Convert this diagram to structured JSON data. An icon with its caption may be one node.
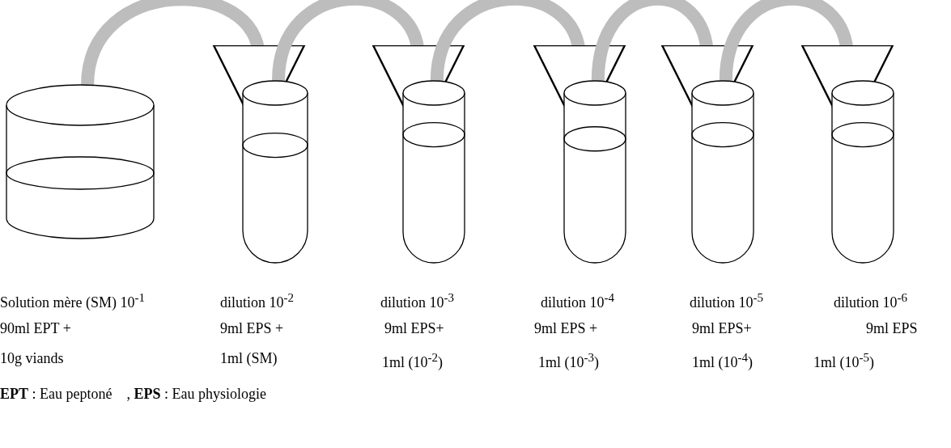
{
  "diagram": {
    "nodes": [
      {
        "text": [],
        "shape": "beaker",
        "beside": [
          "Solution mère (SM) 10$^{-1}$",
          "90ml EPT +",
          "10g viands"
        ]
      },
      {
        "text": [],
        "shape": "tube",
        "beside": [
          "dilution 10$^{-2}$",
          "9ml EPS +",
          "1ml (SM)"
        ]
      },
      {
        "text": [],
        "shape": "tube",
        "beside": [
          "dilution 10$^{-3}$",
          "9ml EPS+",
          "1ml (10$^{-2}$)"
        ]
      },
      {
        "text": [],
        "shape": "tube",
        "beside": [
          "dilution 10$^{-4}$",
          "9ml EPS +",
          "1ml (10$^{-3}$)"
        ]
      },
      {
        "text": [],
        "shape": "tube",
        "beside": [
          "dilution 10$^{-5}$",
          "9ml EPS+",
          "1ml (10$^{-4}$)"
        ]
      },
      {
        "text": [],
        "shape": "tube",
        "beside": [
          "dilution 10$^{-6}$",
          "9ml EPS",
          "1ml (10$^{-5}$)"
        ]
      }
    ],
    "edges": [
      {
        "from": 0,
        "to": 1,
        "arrow": "to"
      },
      {
        "from": 1,
        "to": 2,
        "arrow": "to"
      },
      {
        "from": 2,
        "to": 3,
        "arrow": "to"
      },
      {
        "from": 3,
        "to": 4,
        "arrow": "to"
      },
      {
        "from": 4,
        "to": 5,
        "arrow": "to"
      }
    ],
    "labels": [
      "**EPT** : Eau peptoné    , **EPS** : Eau physiologie"
    ]
  }
}
